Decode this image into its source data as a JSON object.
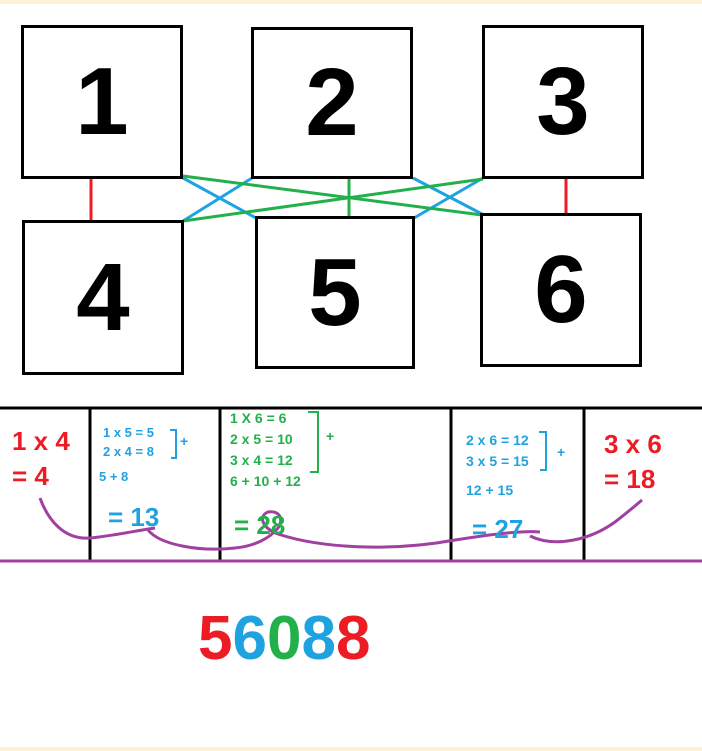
{
  "boxes": [
    "1",
    "2",
    "3",
    "4",
    "5",
    "6"
  ],
  "steps": {
    "first": {
      "line1": "1 x 4",
      "line2": "= 4"
    },
    "second": {
      "lines": [
        "1 x 5 = 5",
        "2 x 4 = 8"
      ],
      "plus": "+",
      "sum": "5 + 8",
      "result": "= 13"
    },
    "third": {
      "lines": [
        "1 X 6 = 6",
        "2 x 5 = 10",
        "3 x 4 = 12",
        "6 + 10 + 12"
      ],
      "plus": "+",
      "result": "= 28"
    },
    "fourth": {
      "lines": [
        "2 x 6 = 12",
        "3 x 5 = 15"
      ],
      "plus": "+",
      "sum": "12 + 15",
      "result": "= 27"
    },
    "fifth": {
      "line1": "3 x 6",
      "line2": "= 18"
    }
  },
  "answer": {
    "d1": "5",
    "d2": "6",
    "d3": "0",
    "d4": "8",
    "d5": "8"
  },
  "colors": {
    "red": "#ed1c24",
    "blue": "#1fa2e0",
    "green": "#22b04b",
    "purple": "#a040a0",
    "black": "#000000"
  }
}
